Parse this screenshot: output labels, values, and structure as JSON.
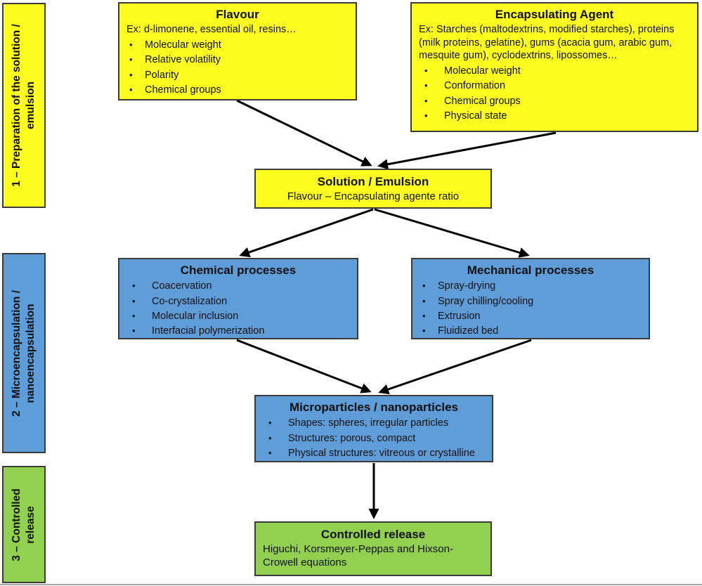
{
  "colors": {
    "yellow": "#fcfc1f",
    "blue": "#5f9dd8",
    "green": "#92d050",
    "border": "#3b3b3b",
    "arrow": "#000000",
    "text": "#111111"
  },
  "icons": {
    "bullet": "•"
  },
  "sidebar": {
    "step1": {
      "label": "1 – Preparation of the solution / emulsion"
    },
    "step2": {
      "label": "2 – Microencapsulation / nanoencapsulation"
    },
    "step3": {
      "label": "3 – Controlled release"
    }
  },
  "boxes": {
    "flavour": {
      "title": "Flavour",
      "intro": "Ex: d-limonene, essential oil, resins…",
      "bullets": [
        "Molecular weight",
        "Relative volatility",
        "Polarity",
        "Chemical groups"
      ]
    },
    "encapsulating_agent": {
      "title": "Encapsulating Agent",
      "intro": "Ex: Starches (maltodextrins, modified starches), proteins (milk proteins, gelatine), gums (acacia gum, arabic gum, mesquite gum), cyclodextrins, lipossomes…",
      "bullets": [
        "Molecular weight",
        "Conformation",
        "Chemical groups",
        "Physical state"
      ]
    },
    "solution_emulsion": {
      "title": "Solution / Emulsion",
      "subtitle": "Flavour – Encapsulating agente ratio"
    },
    "chemical_processes": {
      "title": "Chemical processes",
      "bullets": [
        "Coacervation",
        "Co-crystalization",
        "Molecular inclusion",
        "Interfacial polymerization"
      ]
    },
    "mechanical_processes": {
      "title": "Mechanical processes",
      "bullets": [
        "Spray-drying",
        "Spray chilling/cooling",
        "Extrusion",
        "Fluidized bed"
      ]
    },
    "microparticles": {
      "title": "Microparticles / nanoparticles",
      "bullets": [
        "Shapes: spheres, irregular particles",
        "Structures: porous, compact",
        "Physical structures: vitreous or crystalline"
      ]
    },
    "controlled_release": {
      "title": "Controlled release",
      "subtitle": "Higuchi, Korsmeyer-Peppas and Hixson-Crowell equations"
    }
  }
}
